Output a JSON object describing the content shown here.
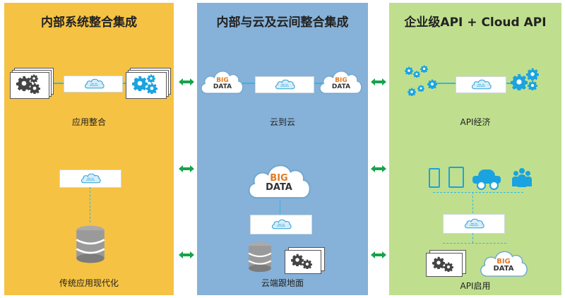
{
  "panels": [
    {
      "title": "内部系统整合集成",
      "labels": [
        "应用整合",
        "传统应用现代化"
      ]
    },
    {
      "title": "内部与云及云间整合集成",
      "labels": [
        "云到云",
        "云端跟地面"
      ]
    },
    {
      "title": "企业级API + Cloud API",
      "labels": [
        "API经济",
        "API启用"
      ]
    }
  ],
  "badge": {
    "line1": "BIG",
    "line2": "DATA"
  },
  "colors": {
    "panel1": "#f5c243",
    "panel2": "#86b1d8",
    "panel3": "#bfdf8e",
    "arrow": "#17a34a",
    "connector": "#2eb8e6",
    "icon_blue": "#1aa3e0"
  }
}
